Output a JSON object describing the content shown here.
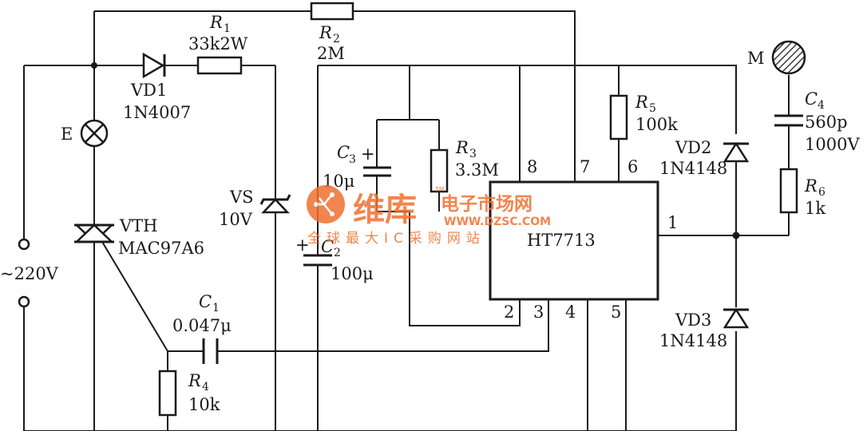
{
  "colors": {
    "ink": "#1a1a1a",
    "watermark": "#f07030"
  },
  "power": {
    "label": "~220V"
  },
  "lamp": {
    "label": "E"
  },
  "motor": {
    "label": "M"
  },
  "vd1": {
    "name": "VD1",
    "part": "1N4007"
  },
  "r1": {
    "name": "R",
    "sub": "1",
    "value": "33k2W"
  },
  "r2": {
    "name": "R",
    "sub": "2",
    "value": "2M"
  },
  "r3": {
    "name": "R",
    "sub": "3",
    "value": "3.3M"
  },
  "r4": {
    "name": "R",
    "sub": "4",
    "value": "10k"
  },
  "r5": {
    "name": "R",
    "sub": "5",
    "value": "100k"
  },
  "r6": {
    "name": "R",
    "sub": "6",
    "value": "1k"
  },
  "c1": {
    "name": "C",
    "sub": "1",
    "value": "0.047μ"
  },
  "c2": {
    "name": "C",
    "sub": "2",
    "value": "100μ",
    "plus": "+"
  },
  "c3": {
    "name": "C",
    "sub": "3",
    "value": "10μ",
    "plus": "+"
  },
  "c4": {
    "name": "C",
    "sub": "4",
    "value": "560p",
    "rating": "1000V"
  },
  "vs": {
    "name": "VS",
    "value": "10V"
  },
  "vth": {
    "name": "VTH",
    "part": "MAC97A6"
  },
  "vd2": {
    "name": "VD2",
    "part": "1N4148"
  },
  "vd3": {
    "name": "VD3",
    "part": "1N4148"
  },
  "ic": {
    "name": "HT7713",
    "pins": {
      "p1": "1",
      "p2": "2",
      "p3": "3",
      "p4": "4",
      "p5": "5",
      "p6": "6",
      "p7": "7",
      "p8": "8"
    }
  },
  "watermark": {
    "brand": "维库",
    "site_cn": "电子市场网",
    "url": "WWW.DZSC.COM",
    "slogan": "全球最大IC采购网站",
    "tm": "TM"
  }
}
